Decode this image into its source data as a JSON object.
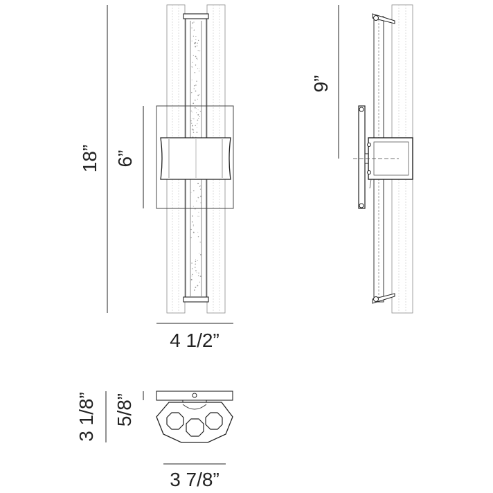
{
  "dimensions": {
    "overall_height": "18”",
    "backplate_height": "6”",
    "side_center_height": "9”",
    "front_width": "4 1/2”",
    "bottom_depth": "3 1/8”",
    "bottom_offset": "5/8”",
    "bottom_width": "3 7/8”"
  },
  "colors": {
    "line": "#222222",
    "fine": "#8a8a8a",
    "glass": "#bdbdbd"
  }
}
